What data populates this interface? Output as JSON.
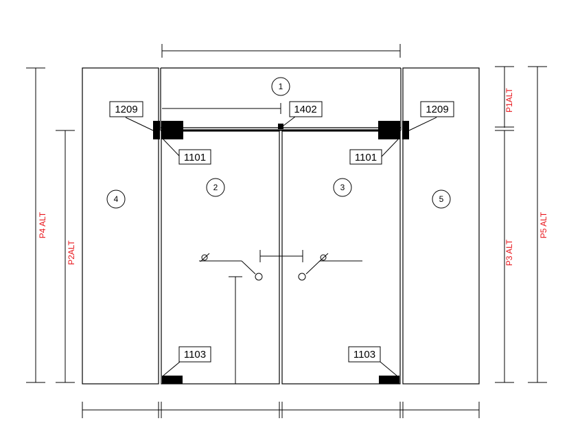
{
  "colors": {
    "line": "#000000",
    "dimension_text": "#e8141a",
    "background": "#ffffff"
  },
  "panels": [
    {
      "id": "1",
      "label": "1"
    },
    {
      "id": "2",
      "label": "2"
    },
    {
      "id": "3",
      "label": "3"
    },
    {
      "id": "4",
      "label": "4"
    },
    {
      "id": "5",
      "label": "5"
    }
  ],
  "parts": {
    "patch_left_top": "1209",
    "patch_right_top": "1209",
    "center_lock": "1402",
    "hinge_left_top": "1101",
    "hinge_right_top": "1101",
    "pivot_left_bottom": "1103",
    "pivot_right_bottom": "1103"
  },
  "dimensions": {
    "p1": "P1ALT",
    "p2": "P2ALT",
    "p3": "P3 ALT",
    "p4": "P4 ALT",
    "p5": "P5 ALT"
  },
  "icons": [
    "diameter-icon",
    "diameter-icon"
  ]
}
